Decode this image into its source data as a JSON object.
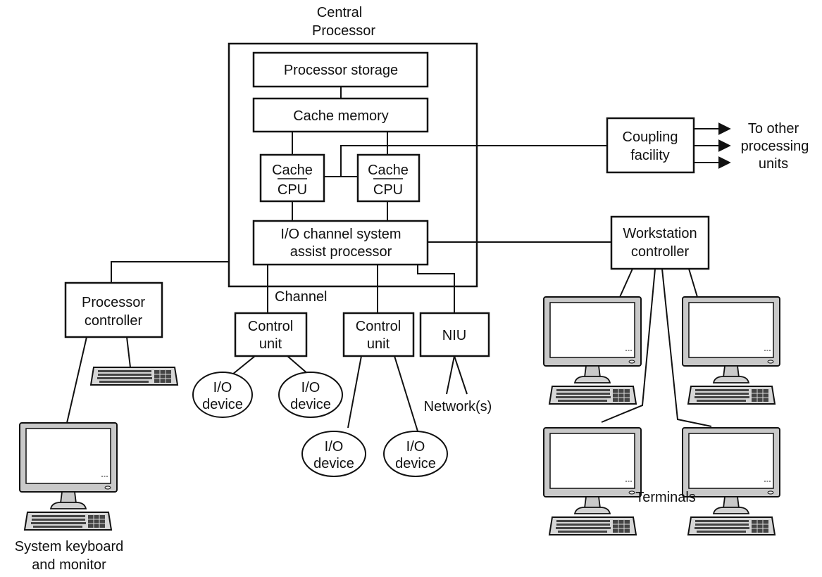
{
  "central_processor": {
    "title": [
      "Central",
      "Processor"
    ]
  },
  "processor_storage": "Processor storage",
  "cache_memory": "Cache memory",
  "cpu_left": {
    "top": "Cache",
    "bottom": "CPU"
  },
  "cpu_right": {
    "top": "Cache",
    "bottom": "CPU"
  },
  "io_channel": [
    "I/O channel system",
    "assist processor"
  ],
  "coupling_facility": [
    "Coupling",
    "facility"
  ],
  "to_other": [
    "To other",
    "processing",
    "units"
  ],
  "workstation_controller": [
    "Workstation",
    "controller"
  ],
  "processor_controller": [
    "Processor",
    "controller"
  ],
  "channel_label": "Channel",
  "control_unit_1": [
    "Control",
    "unit"
  ],
  "control_unit_2": [
    "Control",
    "unit"
  ],
  "niu": "NIU",
  "io_device": [
    "I/O",
    "device"
  ],
  "networks": "Network(s)",
  "terminals": "Terminals",
  "system_keyboard": [
    "System keyboard",
    "and monitor"
  ],
  "icons": {
    "monitor": "monitor-icon",
    "keyboard": "keyboard-icon"
  }
}
